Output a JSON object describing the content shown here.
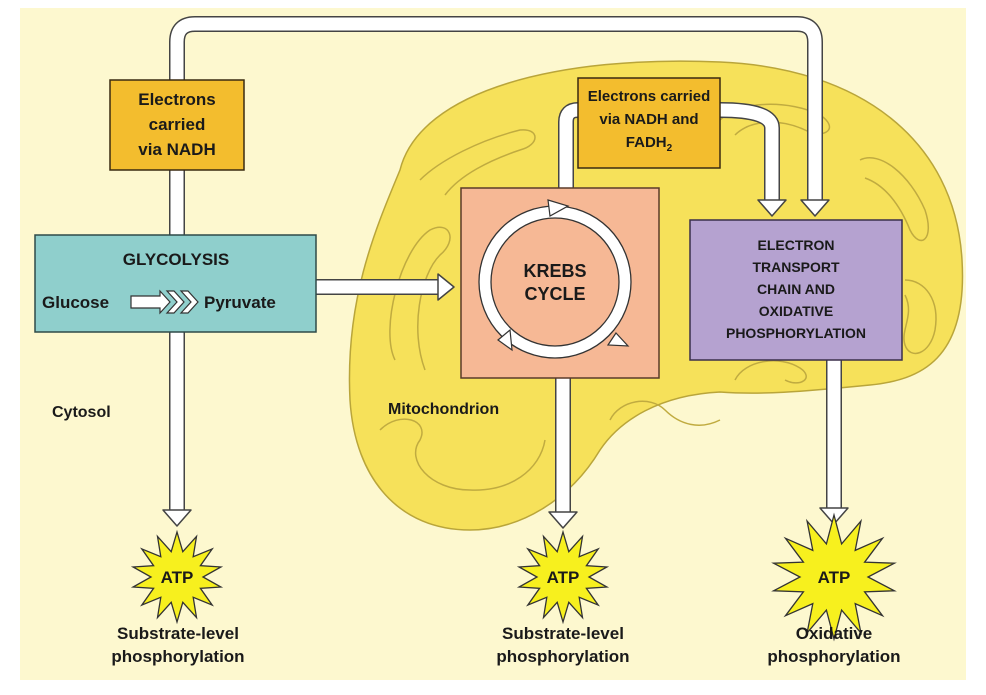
{
  "colors": {
    "background": "#fdf8cf",
    "mitochondrion": "#f6e15a",
    "glycolysis_box": "#8fcfcc",
    "krebs_box": "#f6b895",
    "etc_box": "#b5a2d0",
    "electron_box": "#f3bd2e",
    "atp_star": "#f7f01e"
  },
  "labels": {
    "electrons_nadh": [
      "Electrons",
      "carried",
      "via NADH"
    ],
    "electrons_nadh_fadh2": [
      "Electrons carried",
      "via NADH and"
    ],
    "fadh2_main": "FADH",
    "fadh2_sub": "2",
    "glycolysis_title": "GLYCOLYSIS",
    "glucose": "Glucose",
    "pyruvate": "Pyruvate",
    "krebs": [
      "KREBS",
      "CYCLE"
    ],
    "etc": [
      "ELECTRON",
      "TRANSPORT",
      "CHAIN AND",
      "OXIDATIVE",
      "PHOSPHORYLATION"
    ],
    "cytosol": "Cytosol",
    "mitochondrion": "Mitochondrion",
    "atp": "ATP",
    "outputs": [
      [
        "Substrate-level",
        "phosphorylation"
      ],
      [
        "Substrate-level",
        "phosphorylation"
      ],
      [
        "Oxidative",
        "phosphorylation"
      ]
    ]
  }
}
